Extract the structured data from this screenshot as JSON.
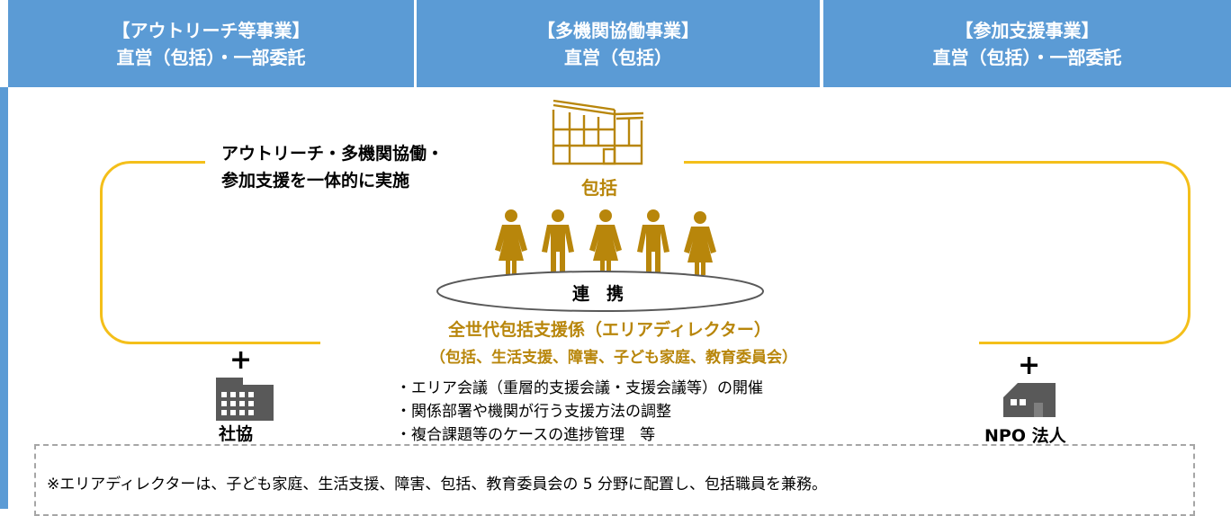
{
  "headers": [
    {
      "line1": "【アウトリーチ等事業】",
      "line2": "直営（包括）・一部委託"
    },
    {
      "line1": "【多機関協働事業】",
      "line2": "直営（包括）"
    },
    {
      "line1": "【参加支援事業】",
      "line2": "直営（包括）・一部委託"
    }
  ],
  "integrated": {
    "line1": "アウトリーチ・多機関協働・",
    "line2": "参加支援を一体的に実施"
  },
  "hokatsu_label": "包括",
  "renkei_label": "連　携",
  "area_director": {
    "title": "全世代包括支援係（エリアディレクター）",
    "subtitle": "（包括、生活支援、障害、子ども家庭、教育委員会）"
  },
  "bullets": [
    "・エリア会議（重層的支援会議・支援会議等）の開催",
    "・関係部署や機関が行う支援方法の調整",
    "・複合課題等のケースの進捗管理　等"
  ],
  "plus_symbol": "+",
  "shakyo_label": "社協",
  "npo_label": "NPO 法人",
  "note": "※エリアディレクターは、子ども家庭、生活支援、障害、包括、教育委員会の 5 分野に配置し、包括職員を兼務。",
  "colors": {
    "header_blue": "#5b9bd5",
    "loop_yellow": "#f4bf1a",
    "gold": "#b8860b",
    "dark_gray": "#595959"
  }
}
